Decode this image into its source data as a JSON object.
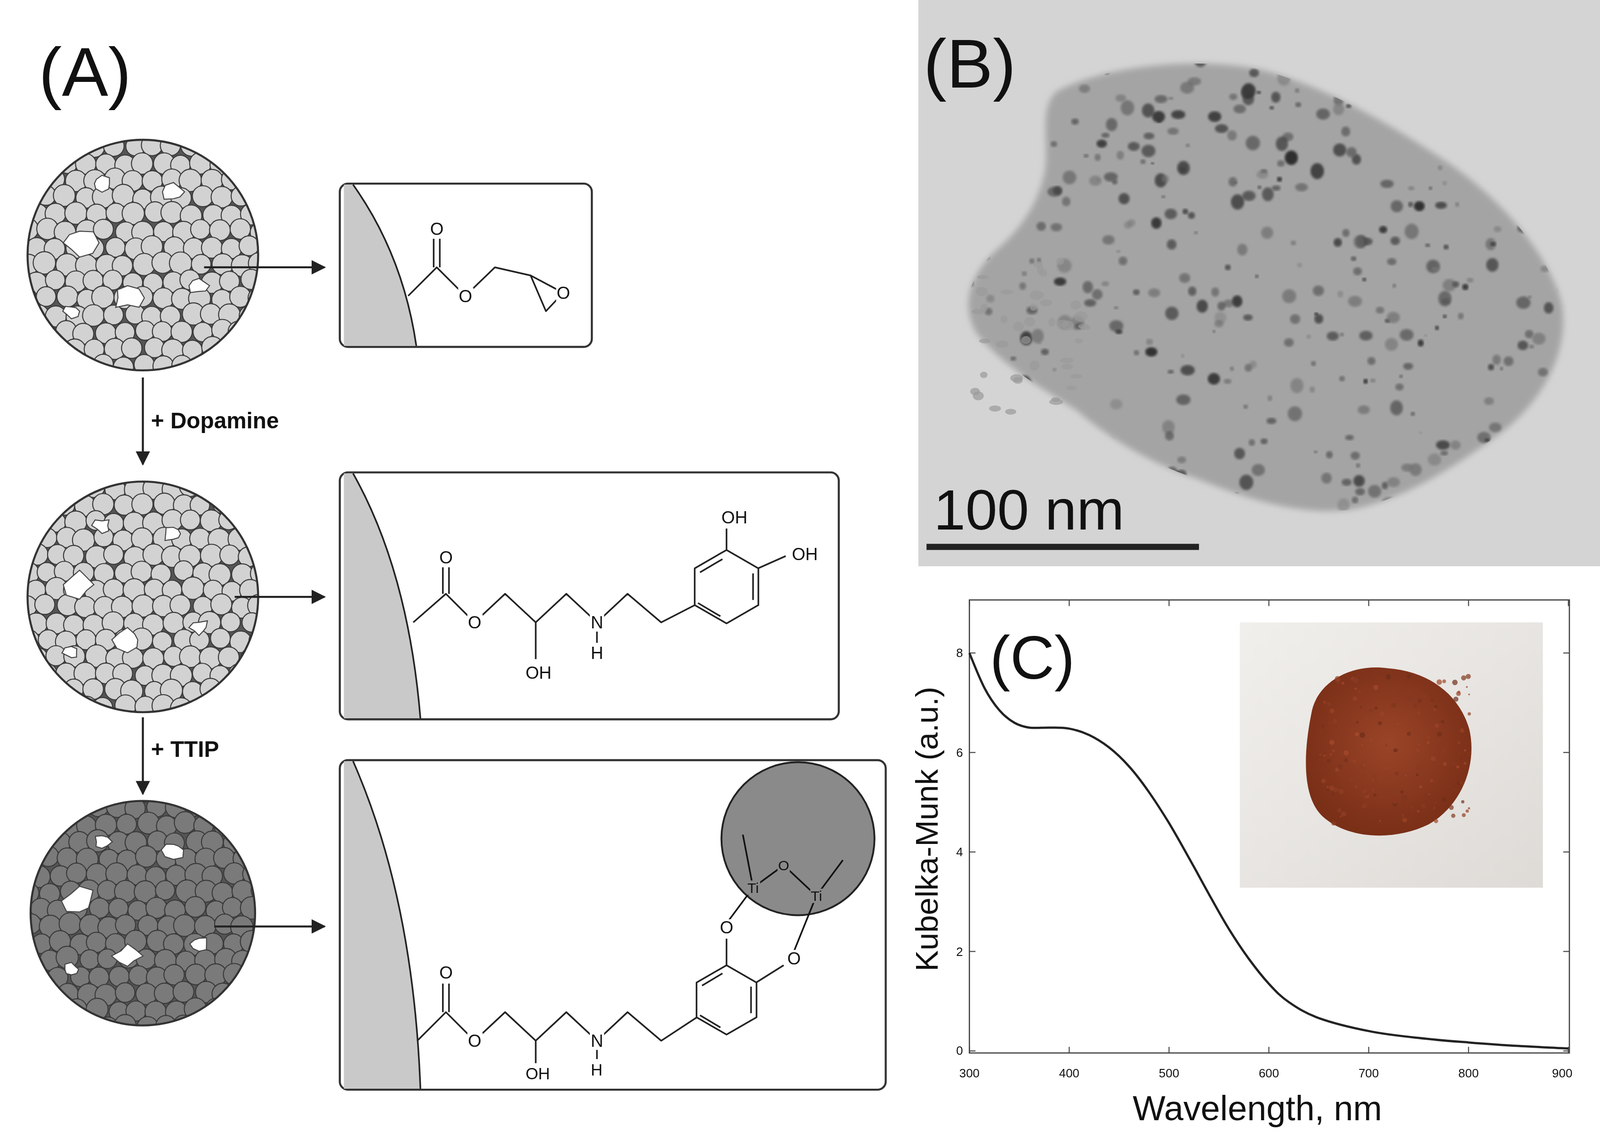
{
  "diagram": {
    "labels": [
      "(A)",
      "O",
      "O",
      "O",
      "+ Dopamine",
      "O",
      "O",
      "OH",
      "N",
      "H",
      "OH",
      "OH",
      "+ TTIP",
      "Ti",
      "O",
      "Ti",
      "O",
      "O",
      "O",
      "O",
      "OH",
      "N",
      "H",
      "(B)",
      "100 nm",
      "(C)",
      "Kubelka-Munk (a.u.)",
      "8",
      "6",
      "4",
      "2",
      "0",
      "300",
      "400",
      "500",
      "600",
      "700",
      "800",
      "900",
      "Wavelength, nm"
    ]
  }
}
